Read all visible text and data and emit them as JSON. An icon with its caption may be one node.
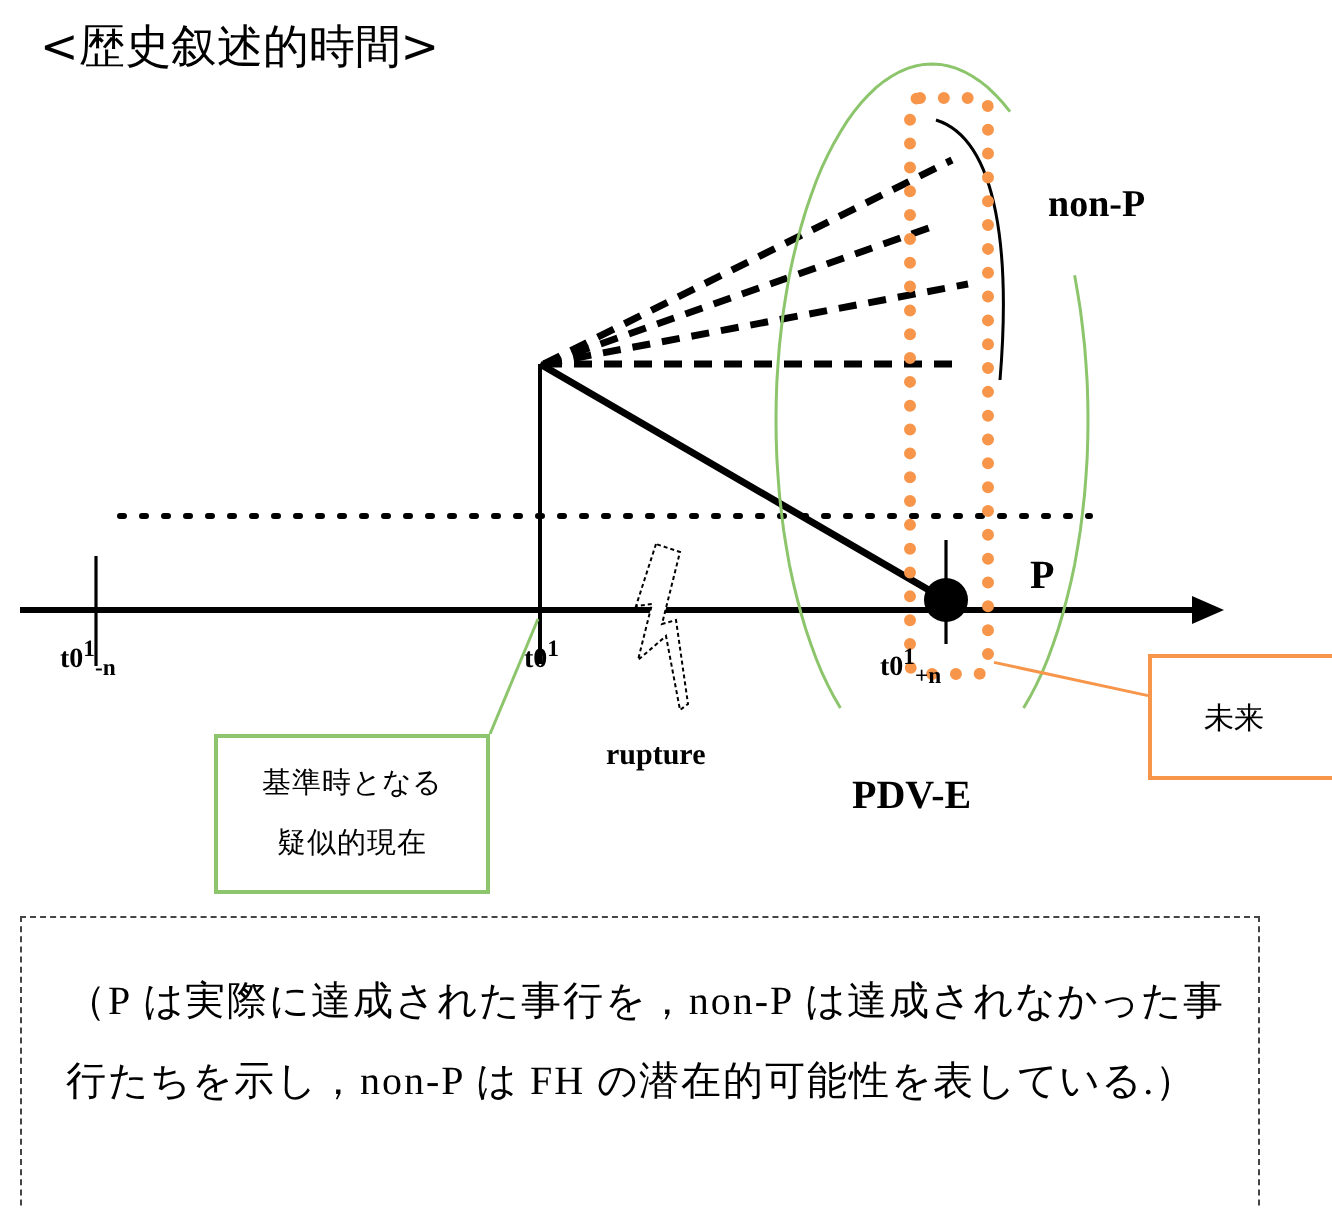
{
  "diagram": {
    "title": "<歴史叙述的時間>",
    "caption": "（P は実際に達成された事行を，non-P は達成されなかった事行たちを示し，non-P は FH の潜在的可能性を表している.）",
    "nodes": [
      {
        "text": [
          "基準時となる疑似的現在"
        ]
      },
      {
        "text": [
          "未来"
        ]
      },
      {
        "text": [
          "PDV-E"
        ]
      },
      {
        "text": [],
        "shape": "box",
        "in": 2
      },
      {
        "text": [],
        "shape": "line"
      }
    ],
    "edges": [
      {
        "from": 0,
        "to": 4,
        "arrow": "none",
        "color": "#8cc56b"
      },
      {
        "from": 1,
        "to": 3,
        "arrow": "none",
        "color": "#f7964a"
      }
    ],
    "labels": [
      "non-P",
      "P",
      "t0$^{1}$$_{-n}$",
      "t0$^{1}$",
      "rupture",
      "t0$^{1}$$_{+n}$"
    ]
  }
}
